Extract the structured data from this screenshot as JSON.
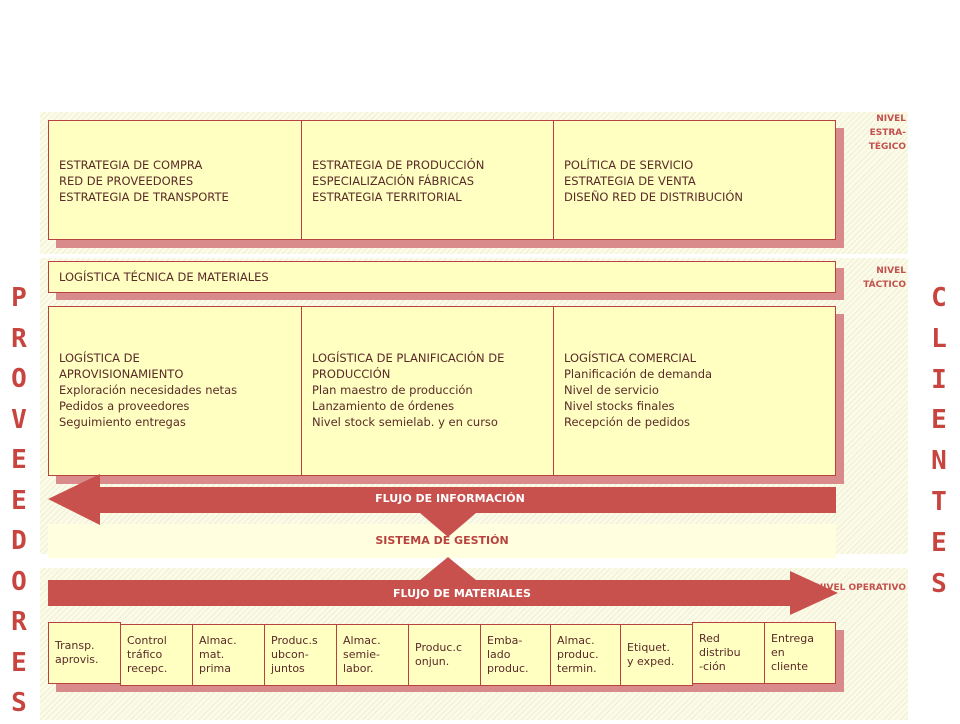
{
  "suppliers_label": [
    "P",
    "R",
    "O",
    "V",
    "E",
    "E",
    "D",
    "O",
    "R",
    "E",
    "S"
  ],
  "clients_label": [
    "C",
    "L",
    "I",
    "E",
    "N",
    "T",
    "E",
    "S"
  ],
  "levels": {
    "strategic": [
      "NIVEL",
      "ESTRA-",
      "TÉGICO"
    ],
    "tactical": [
      "NIVEL",
      "TÁCTICO"
    ],
    "operational": "NIVEL OPERATIVO"
  },
  "strategic_boxes": [
    {
      "lines": [
        "ESTRATEGIA DE COMPRA",
        "RED DE PROVEEDORES",
        "ESTRATEGIA DE TRANSPORTE"
      ]
    },
    {
      "lines": [
        "ESTRATEGIA DE PRODUCCIÓN",
        "ESPECIALIZACIÓN FÁBRICAS",
        "ESTRATEGIA TERRITORIAL"
      ]
    },
    {
      "lines": [
        "POLÍTICA DE SERVICIO",
        "ESTRATEGIA DE VENTA",
        "DISEÑO RED DE DISTRIBUCIÓN"
      ]
    }
  ],
  "technical_logistics": "LOGÍSTICA TÉCNICA DE MATERIALES",
  "tactical_boxes": [
    {
      "lines": [
        "LOGÍSTICA DE APROVISIONAMIENTO",
        "Exploración necesidades netas",
        "Pedidos a proveedores",
        "Seguimiento entregas"
      ]
    },
    {
      "lines": [
        "LOGÍSTICA DE PLANIFICACIÓN DE PRODUCCIÓN",
        "Plan maestro de producción",
        "Lanzamiento de órdenes",
        "Nivel stock semielab. y en curso"
      ]
    },
    {
      "lines": [
        "LOGÍSTICA COMERCIAL",
        "Planificación de demanda",
        "Nivel de servicio",
        "Nivel stocks finales",
        "Recepción de pedidos"
      ]
    }
  ],
  "info_flow": "FLUJO DE INFORMACIÓN",
  "management_system": "SISTEMA DE GESTIÓN",
  "materials_flow": "FLUJO DE MATERIALES",
  "operational_steps": [
    {
      "lines": [
        "Transp.",
        "aprovis."
      ]
    },
    {
      "lines": [
        "Control",
        "tráfico",
        "recepc."
      ]
    },
    {
      "lines": [
        "Almac.",
        "mat.",
        "prima"
      ]
    },
    {
      "lines": [
        "Produc.s",
        "ubcon-",
        "juntos"
      ]
    },
    {
      "lines": [
        "Almac.",
        "semie-",
        "labor."
      ]
    },
    {
      "lines": [
        "Produc.c",
        "onjun."
      ]
    },
    {
      "lines": [
        "Emba-",
        "lado",
        "produc."
      ]
    },
    {
      "lines": [
        "Almac.",
        "produc.",
        "termin."
      ]
    },
    {
      "lines": [
        "Etiquet.",
        "y exped."
      ]
    },
    {
      "lines": [
        "Red",
        "distribu",
        "-ción"
      ]
    },
    {
      "lines": [
        "Entrega",
        "en",
        "cliente"
      ]
    }
  ],
  "colors": {
    "accent": "#c8504d",
    "box_fill": "#ffffc2",
    "band_fill": "#fbfbe8",
    "shadow": "#d98a8a"
  }
}
